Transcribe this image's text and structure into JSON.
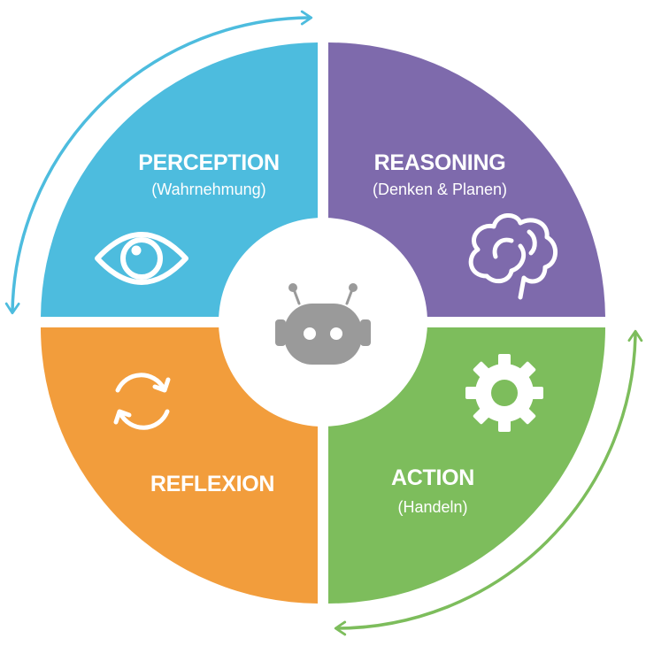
{
  "colors": {
    "perception": "#4dbcde",
    "reasoning": "#7e6aac",
    "action": "#7dbd5c",
    "reflexion": "#f29d3c",
    "hub": "#ffffff",
    "robot": "#9a9a9a",
    "arrow_top": "#4dbcde",
    "arrow_bottom": "#7dbd5c"
  },
  "center": {
    "icon": "robot-icon"
  },
  "quadrants": {
    "perception": {
      "title": "PERCEPTION",
      "subtitle": "(Wahrnehmung)",
      "icon": "eye-icon"
    },
    "reasoning": {
      "title": "REASONING",
      "subtitle": "(Denken & Planen)",
      "icon": "brain-icon"
    },
    "action": {
      "title": "ACTION",
      "subtitle": "(Handeln)",
      "icon": "gear-icon"
    },
    "reflexion": {
      "title": "REFLEXION",
      "icon": "cycle-icon"
    }
  },
  "arrows": [
    {
      "name": "cycle-arrow-top-left",
      "direction": "bidirectional"
    },
    {
      "name": "cycle-arrow-bottom-right",
      "direction": "bidirectional"
    }
  ]
}
